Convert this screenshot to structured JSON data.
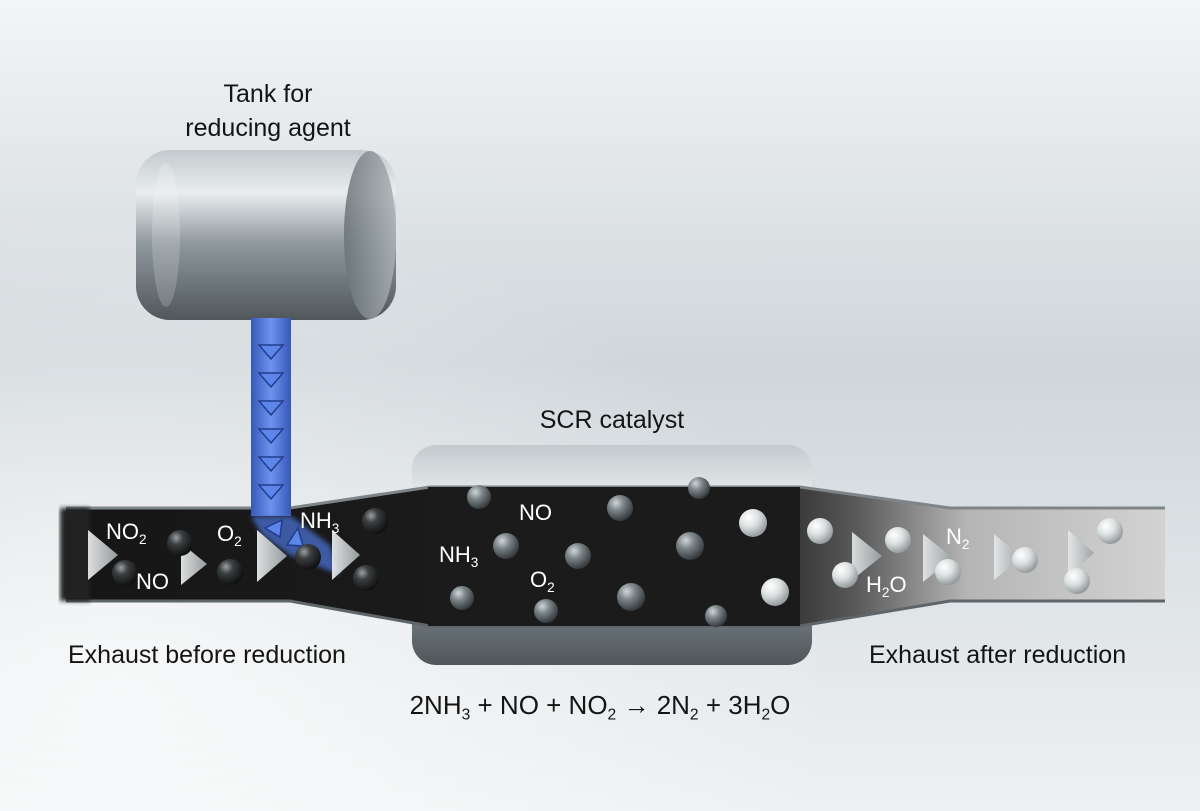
{
  "labels": {
    "tank_line1": "Tank for",
    "tank_line2": "reducing agent",
    "catalyst": "SCR catalyst",
    "exhaust_before": "Exhaust before reduction",
    "exhaust_after": "Exhaust after reduction"
  },
  "species": {
    "no2_base": "NO",
    "no2_sub": "2",
    "no": "NO",
    "o2_base": "O",
    "o2_sub": "2",
    "nh3_base": "NH",
    "nh3_sub": "3",
    "n2_base": "N",
    "n2_sub": "2",
    "h2o_base": "H",
    "h2o_sub": "2",
    "h2o_end": "O"
  },
  "equation": {
    "t1": "2NH",
    "s1": "3",
    "t2": " + NO + NO",
    "s2": "2",
    "t3": " → 2N",
    "s3": "2",
    "t4": " + 3H",
    "s4": "2",
    "t5": "O"
  },
  "colors": {
    "reducing_agent": "#4a73d6",
    "exhaust_dirty": "#1c1c1c",
    "exhaust_clean": "#cfcfcf",
    "tank_metal": "#8e989e"
  }
}
